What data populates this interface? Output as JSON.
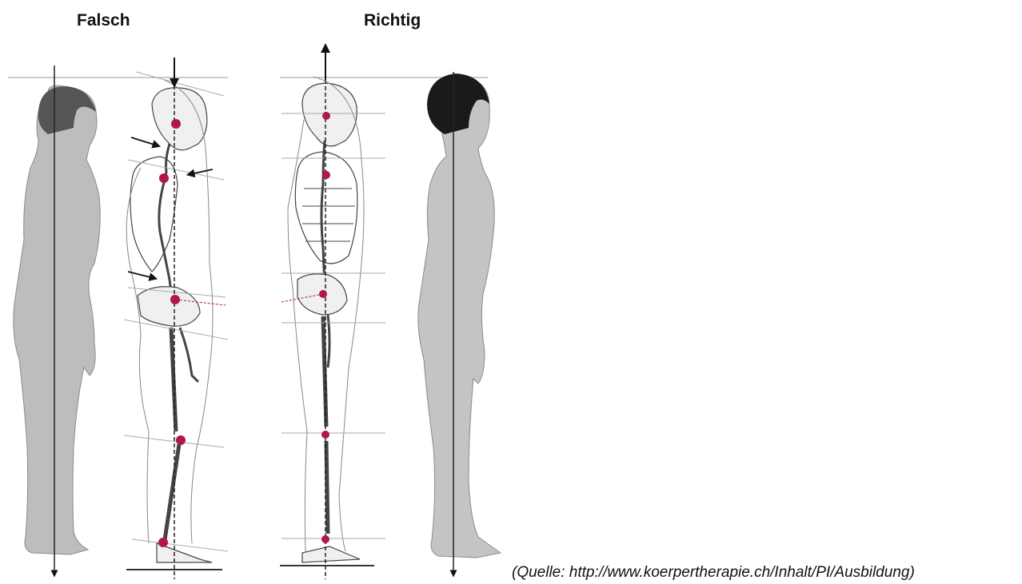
{
  "labels": {
    "wrong": "Falsch",
    "right": "Richtig"
  },
  "caption": "(Quelle: http://www.koerpertherapie.ch/Inhalt/PI/Ausbildung)",
  "colors": {
    "skin": "#bdbdbd",
    "hair_wrong": "#555555",
    "hair_right": "#1a1a1a",
    "bone": "#f0f0f0",
    "joint_marker": "#b0174a",
    "line": "#333333"
  },
  "icons": [
    "down-arrow-icon",
    "up-arrow-icon",
    "pointer-arrow-icon",
    "joint-marker-icon"
  ]
}
